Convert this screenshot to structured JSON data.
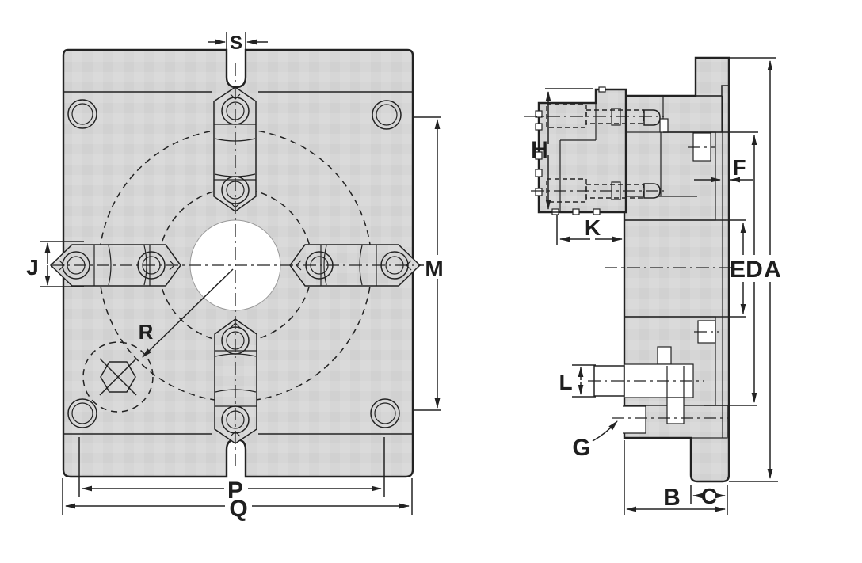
{
  "drawing_type": "engineering-drawing",
  "colors": {
    "background": "#ffffff",
    "ink": "#222222",
    "metal_gray": "#d5d5d5",
    "hatch_gray": "#3a3a3a"
  },
  "front_view": {
    "name": "chuck-faceplate-front-view",
    "labels": {
      "s": "S",
      "j": "J",
      "m": "M",
      "r": "R",
      "p": "P",
      "q": "Q"
    }
  },
  "side_view": {
    "name": "chuck-cross-section-side-view",
    "labels": {
      "h": "H",
      "k": "K",
      "f": "F",
      "e": "E",
      "d": "D",
      "a": "A",
      "l": "L",
      "g": "G",
      "b": "B",
      "c": "C"
    }
  }
}
